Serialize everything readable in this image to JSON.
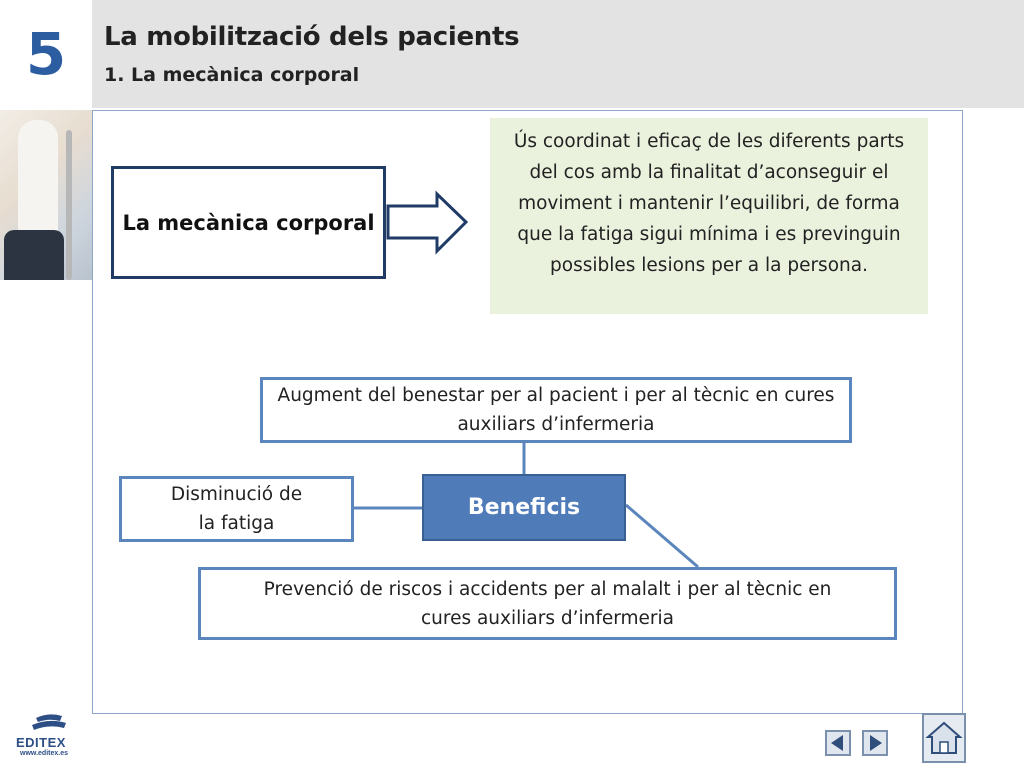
{
  "header": {
    "chapter_number": "5",
    "title": "La mobilització dels pacients",
    "subtitle": "1. La mecànica corporal"
  },
  "diagram": {
    "concept": "La mecànica corporal",
    "definition": "Ús coordinat i eficaç de les diferents parts del cos amb la finalitat d’aconseguir el moviment i mantenir l’equilibri, de forma que la fatiga sigui mínima i es previnguin possibles lesions per a la persona.",
    "benefits_label": "Beneficis",
    "benefit_top": "Augment del benestar per al pacient i per al tècnic en cures auxiliars d’infermeria",
    "benefit_left": "Disminució de la fatiga",
    "benefit_bottom": "Prevenció de riscos i accidents per al malalt i per al tècnic en cures auxiliars d’infermeria"
  },
  "footer": {
    "logo_text": "EDITEX",
    "logo_url": "www.editex.es"
  },
  "icons": {
    "prev": "triangle-left-icon",
    "next": "triangle-right-icon",
    "home": "home-icon"
  },
  "colors": {
    "accent": "#2d5da1",
    "box_border": "#5b86bd",
    "beneficis_fill": "#4f7bb8",
    "definition_bg": "#eaf1dd"
  }
}
